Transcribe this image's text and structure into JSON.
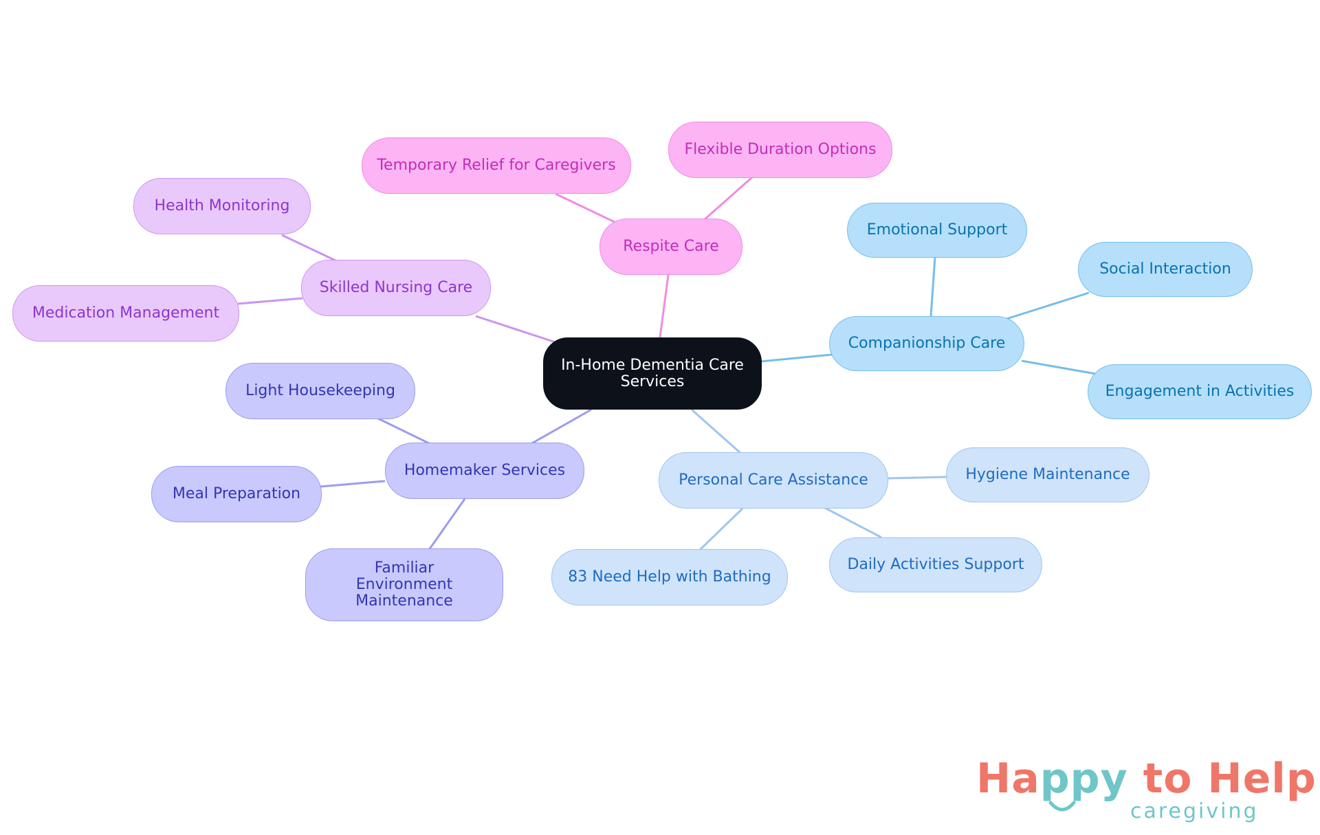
{
  "diagram": {
    "type": "mind-map",
    "root": {
      "id": "root",
      "label": "In-Home Dementia Care Services"
    },
    "branches": [
      {
        "id": "companionship",
        "label": "Companionship Care",
        "children": [
          {
            "id": "emotional",
            "label": "Emotional Support"
          },
          {
            "id": "social",
            "label": "Social Interaction"
          },
          {
            "id": "engagement",
            "label": "Engagement in Activities"
          }
        ]
      },
      {
        "id": "personal",
        "label": "Personal Care Assistance",
        "children": [
          {
            "id": "hygiene",
            "label": "Hygiene Maintenance"
          },
          {
            "id": "daily",
            "label": "Daily Activities Support"
          },
          {
            "id": "bathing",
            "label": "83 Need Help with Bathing"
          }
        ]
      },
      {
        "id": "homemaker",
        "label": "Homemaker Services",
        "children": [
          {
            "id": "housekeeping",
            "label": "Light Housekeeping"
          },
          {
            "id": "meal",
            "label": "Meal Preparation"
          },
          {
            "id": "familiar",
            "label": "Familiar Environment Maintenance"
          }
        ]
      },
      {
        "id": "nursing",
        "label": "Skilled Nursing Care",
        "children": [
          {
            "id": "health",
            "label": "Health Monitoring"
          },
          {
            "id": "medication",
            "label": "Medication Management"
          }
        ]
      },
      {
        "id": "respite",
        "label": "Respite Care",
        "children": [
          {
            "id": "relief",
            "label": "Temporary Relief for Caregivers"
          },
          {
            "id": "flexible",
            "label": "Flexible Duration Options"
          }
        ]
      }
    ],
    "colors": {
      "root": "#0c111a",
      "companionship": "#b5dffb",
      "personal": "#cfe3fb",
      "homemaker": "#c9c9fd",
      "nursing": "#e9c9fb",
      "respite": "#fcb4f4"
    }
  },
  "logo": {
    "title_part1": "Ha",
    "title_part2": "ppy",
    "title_part3": " to Help",
    "tagline": "caregiving",
    "colors": {
      "coral": "#ef7668",
      "teal": "#6fc6c8"
    }
  }
}
